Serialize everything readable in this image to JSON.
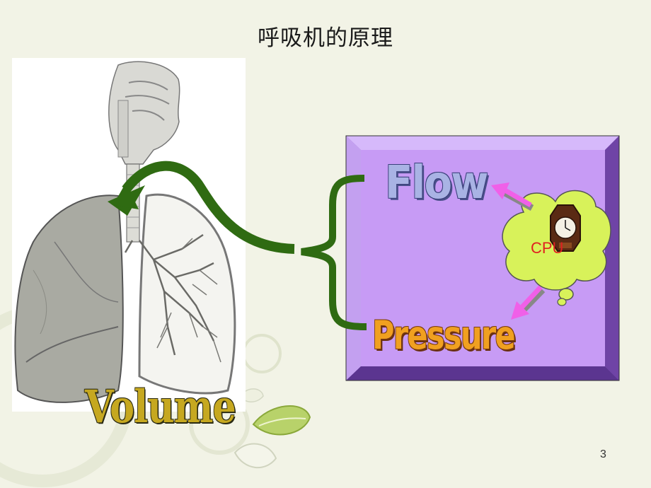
{
  "slide": {
    "title": "呼吸机的原理",
    "page_number": "3"
  },
  "labels": {
    "volume": "Volume",
    "flow": "Flow",
    "pressure": "Pressure",
    "cpu": "CPU"
  },
  "colors": {
    "background": "#f2f3e6",
    "ventilator_box": "#c79bf5",
    "arrow_green": "#2f6b12",
    "cloud": "#d8f25a",
    "flow_text": "#a9b3e4",
    "pressure_text": "#f0a020",
    "volume_text": "#c6a820",
    "pink_arrow": "#f060e8"
  }
}
